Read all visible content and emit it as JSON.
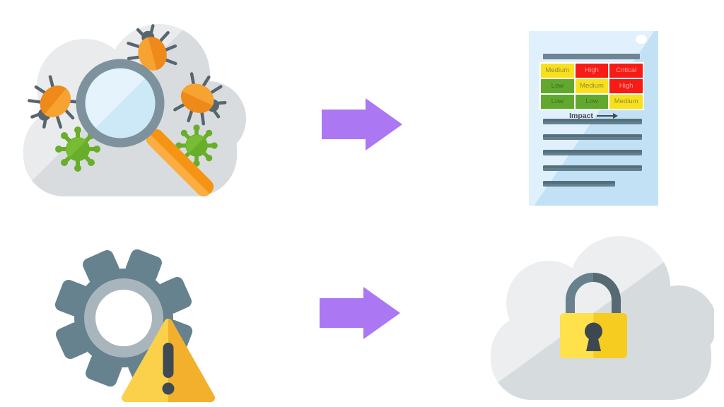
{
  "report": {
    "impact_label": "Impact",
    "matrix": {
      "rows": [
        {
          "cells": [
            {
              "label": "Medium",
              "level": "medium"
            },
            {
              "label": "High",
              "level": "high"
            },
            {
              "label": "Critical",
              "level": "critical"
            }
          ]
        },
        {
          "cells": [
            {
              "label": "Low",
              "level": "low"
            },
            {
              "label": "Medium",
              "level": "medium"
            },
            {
              "label": "High",
              "level": "high"
            }
          ]
        },
        {
          "cells": [
            {
              "label": "Low",
              "level": "low"
            },
            {
              "label": "Low",
              "level": "low"
            },
            {
              "label": "Medium",
              "level": "medium"
            }
          ]
        }
      ]
    },
    "text_line_count": 5
  },
  "icons": [
    "cloud-with-bugs-magnifier-icon",
    "arrow-right-icon",
    "risk-matrix-report-icon",
    "gear-warning-icon",
    "arrow-right-icon",
    "cloud-with-padlock-icon"
  ],
  "colors": {
    "arrow_purple": "#AB77F3",
    "risk_low_green": "#61A92E",
    "risk_medium_yellow": "#F8E11C",
    "risk_high_red": "#F71B15",
    "paper_blue_light": "#E0F0FC",
    "paper_blue_shade": "#C2E1F5",
    "text_line_slate": "#64808F",
    "cloud_gray_light": "#E9EBED",
    "cloud_gray_shade": "#D8DCDF",
    "bug_orange": "#F6A332",
    "virus_green": "#69AE2B",
    "magnifier_ring_gray": "#7E929E",
    "magnifier_lens_blue": "#CDE9F8",
    "handle_orange": "#F79B30",
    "gear_slate": "#64808F",
    "warning_yellow_left": "#FBD14B",
    "warning_yellow_right": "#F2B02C",
    "lock_body_yellow": "#FFE14C",
    "lock_dark_slate": "#3C4750"
  }
}
